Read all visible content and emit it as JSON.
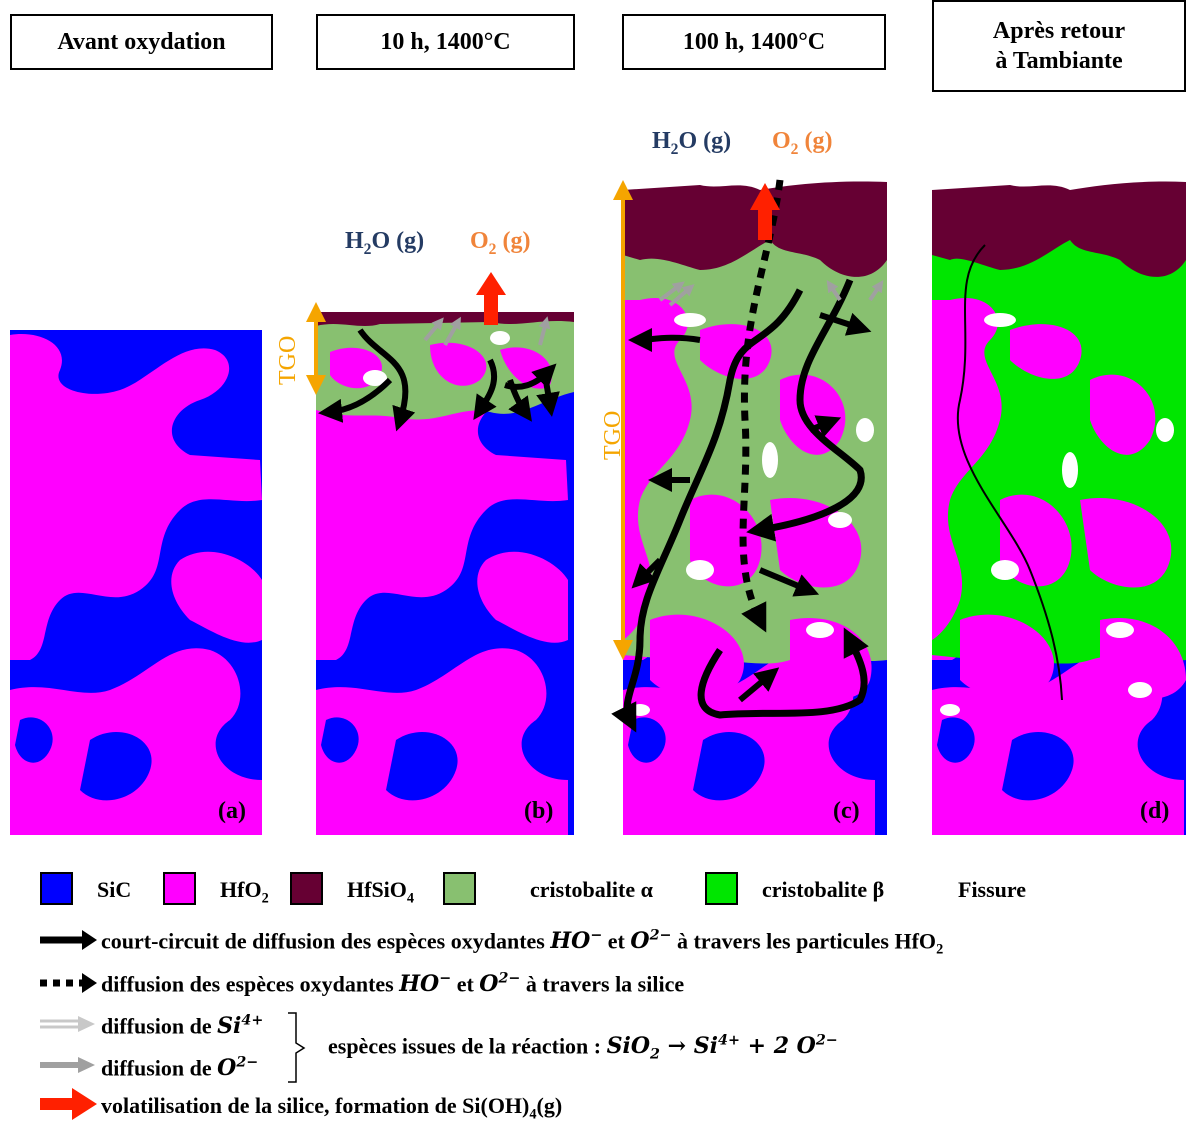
{
  "headers": [
    "Avant oxydation",
    "10 h, 1400°C",
    "100 h, 1400°C",
    "Après retour",
    "à Tambiante"
  ],
  "panel_labels": [
    "(a)",
    "(b)",
    "(c)",
    "(d)"
  ],
  "tgo_label": "TGO",
  "gas": {
    "h2o_prefix": "H",
    "h2o_sub": "2",
    "h2o_suffix": "O (g)",
    "o2_prefix": "O",
    "o2_sub": "2",
    "o2_suffix": " (g)"
  },
  "colors": {
    "sic": "#0000ff",
    "hfo2": "#ff00ff",
    "hfsio4": "#660033",
    "cristobalite_alpha": "#88c070",
    "cristobalite_beta": "#00e600",
    "tgo_arrow": "#f5a500",
    "volatilisation_arrow": "#ff2000"
  },
  "legend": {
    "sic": "SiC",
    "hfo2": "HfO",
    "hfo2_sub": "2",
    "hfsio4": "HfSiO",
    "hfsio4_sub": "4",
    "cristobalite_alpha": "cristobalite α",
    "cristobalite_beta": "cristobalite β",
    "fissure": "Fissure",
    "line1_a": "court-circuit de diffusion des espèces oxydantes",
    "line1_b": "et",
    "line1_c": "à travers les particules HfO",
    "line1_sub": "2",
    "line2_a": "diffusion des espèces oxydantes",
    "line2_b": "et",
    "line2_c": "à travers la silice",
    "line3": "diffusion de",
    "line4": "diffusion de",
    "reaction_label": "espèces issues de la réaction :",
    "line5": "volatilisation de la silice, formation de Si(OH)",
    "line5_sub": "4",
    "line5_end": "(g)"
  },
  "math": {
    "HO": "HO",
    "HO_sup": "−",
    "O": "O",
    "O_sup": "2−",
    "Si": "Si",
    "Si_sup": "4+",
    "SiO": "SiO",
    "SiO_sub": "2",
    "arrow": " → ",
    "plus": " + 2 "
  }
}
